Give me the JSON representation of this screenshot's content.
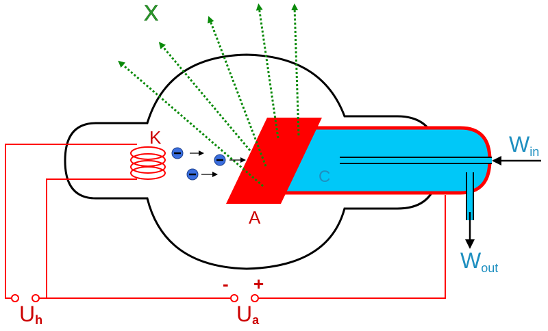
{
  "diagram": {
    "title": "X-ray tube schematic",
    "colors": {
      "glass": "#000000",
      "anode": "#ff0000",
      "coolant": "#00c8f8",
      "coolant_border": "#ff0000",
      "circuit": "#ff0000",
      "xray": "#0a8a0a",
      "electron": "#3b6fe0",
      "label_red": "#cc0000",
      "label_blue": "#1e8fc0",
      "label_green": "#2a9a2a"
    },
    "labels": {
      "xray": "X",
      "cathode": "K",
      "anode": "A",
      "coolant": "C",
      "water_in_main": "W",
      "water_in_sub": "in",
      "water_out_main": "W",
      "water_out_sub": "out",
      "heater_voltage_main": "U",
      "heater_voltage_sub": "h",
      "anode_voltage_main": "U",
      "anode_voltage_sub": "a",
      "minus": "-",
      "plus": "+"
    },
    "electron_symbol": "−",
    "xray_beam_count": 5,
    "electron_count": 3
  }
}
